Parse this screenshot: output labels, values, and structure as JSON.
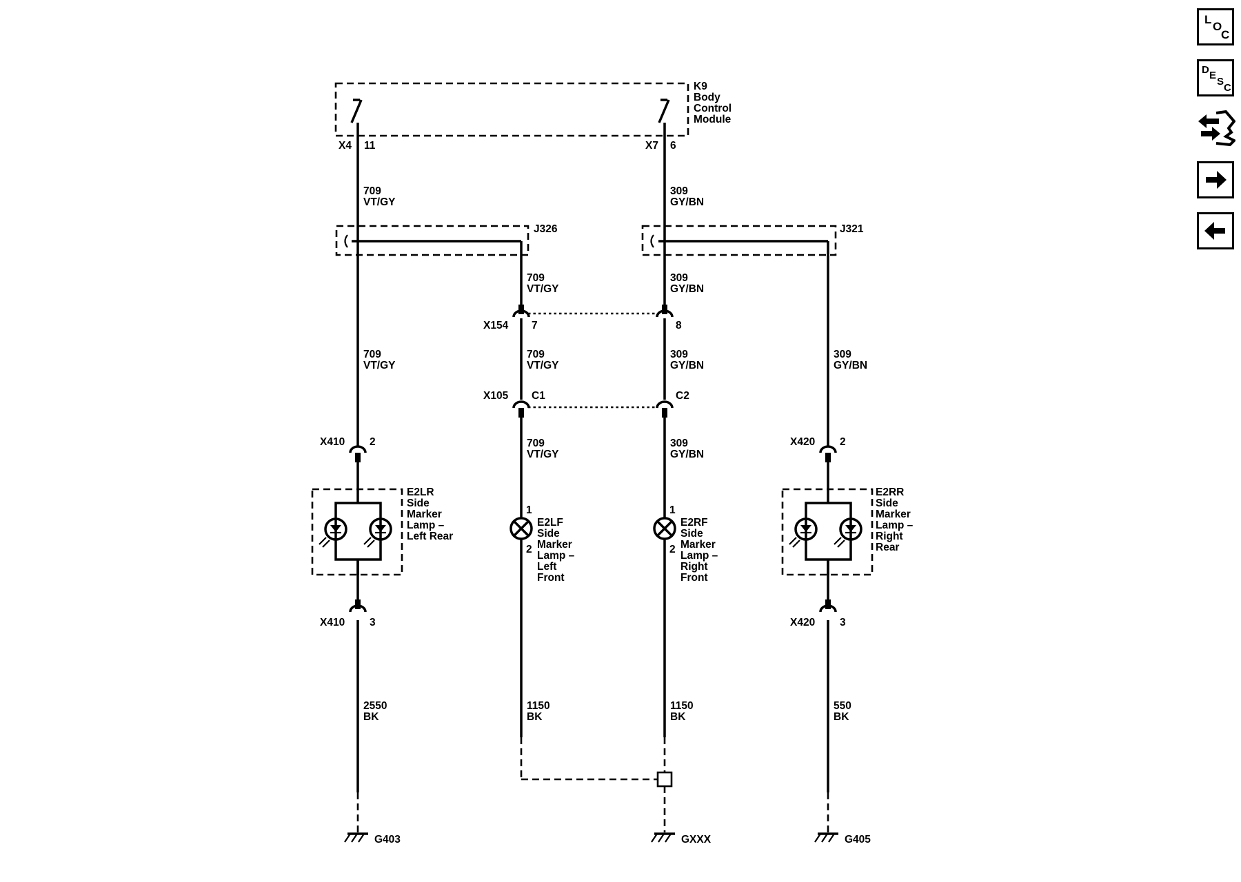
{
  "toolbar": {
    "loc": {
      "l1": "L",
      "l2": "O",
      "l3": "C"
    },
    "desc": {
      "l1": "D",
      "l2": "E",
      "l3": "S",
      "l4": "C"
    }
  },
  "diagram": {
    "bcm": {
      "lines": [
        "K9",
        "Body",
        "Control",
        "Module"
      ]
    },
    "pins": {
      "x4": "X4",
      "x4_pin": "11",
      "x7": "X7",
      "x7_pin": "6",
      "x154": "X154",
      "x154_p7": "7",
      "x154_p8": "8",
      "x105": "X105",
      "x105_c1": "C1",
      "x105_c2": "C2",
      "x410a": "X410",
      "x410a_pin": "2",
      "x410b": "X410",
      "x410b_pin": "3",
      "x420a": "X420",
      "x420a_pin": "2",
      "x420b": "X420",
      "x420b_pin": "3",
      "e2lf_p1": "1",
      "e2lf_p2": "2",
      "e2rf_p1": "1",
      "e2rf_p2": "2"
    },
    "splices": {
      "j326": "J326",
      "j321": "J321"
    },
    "wires": {
      "w1": {
        "circuit": "709",
        "color": "VT/GY"
      },
      "w2": {
        "circuit": "309",
        "color": "GY/BN"
      },
      "w3": {
        "circuit": "709",
        "color": "VT/GY"
      },
      "w4": {
        "circuit": "309",
        "color": "GY/BN"
      },
      "w5": {
        "circuit": "709",
        "color": "VT/GY"
      },
      "w6": {
        "circuit": "709",
        "color": "VT/GY"
      },
      "w7": {
        "circuit": "309",
        "color": "GY/BN"
      },
      "w8": {
        "circuit": "309",
        "color": "GY/BN"
      },
      "w9": {
        "circuit": "709",
        "color": "VT/GY"
      },
      "w10": {
        "circuit": "309",
        "color": "GY/BN"
      },
      "g1": {
        "circuit": "2550",
        "color": "BK"
      },
      "g2": {
        "circuit": "1150",
        "color": "BK"
      },
      "g3": {
        "circuit": "1150",
        "color": "BK"
      },
      "g4": {
        "circuit": "550",
        "color": "BK"
      }
    },
    "lamps": {
      "e2lr": [
        "E2LR",
        "Side",
        "Marker",
        "Lamp –",
        "Left Rear"
      ],
      "e2lf": [
        "E2LF",
        "Side",
        "Marker",
        "Lamp –",
        "Left",
        "Front"
      ],
      "e2rf": [
        "E2RF",
        "Side",
        "Marker",
        "Lamp –",
        "Right",
        "Front"
      ],
      "e2rr": [
        "E2RR",
        "Side",
        "Marker",
        "Lamp –",
        "Right",
        "Rear"
      ]
    },
    "grounds": {
      "g403": "G403",
      "gxxx": "GXXX",
      "g405": "G405"
    }
  }
}
